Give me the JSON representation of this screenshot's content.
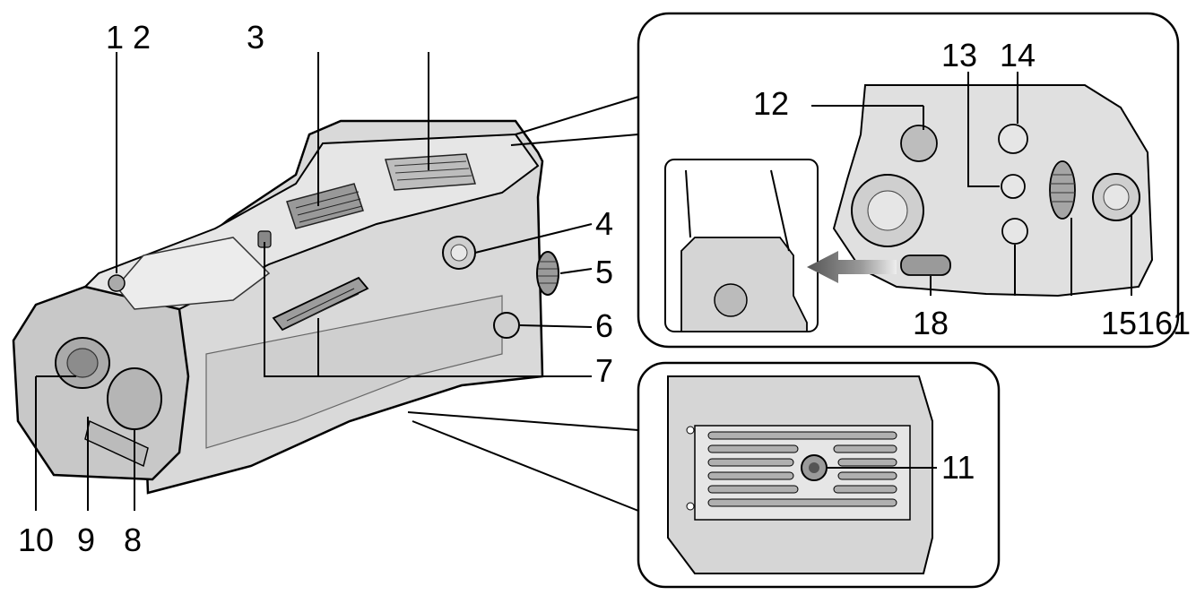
{
  "figure": {
    "labels": [
      {
        "id": "label-1",
        "text": "1"
      },
      {
        "id": "label-2",
        "text": "2"
      },
      {
        "id": "label-3",
        "text": "3"
      },
      {
        "id": "label-4",
        "text": "4"
      },
      {
        "id": "label-5",
        "text": "5"
      },
      {
        "id": "label-6",
        "text": "6"
      },
      {
        "id": "label-7",
        "text": "7"
      },
      {
        "id": "label-8",
        "text": "8"
      },
      {
        "id": "label-9",
        "text": "9"
      },
      {
        "id": "label-10",
        "text": "10"
      },
      {
        "id": "label-11",
        "text": "11"
      },
      {
        "id": "label-12",
        "text": "12"
      },
      {
        "id": "label-13",
        "text": "13"
      },
      {
        "id": "label-14",
        "text": "14"
      },
      {
        "id": "label-15",
        "text": "15"
      },
      {
        "id": "label-16",
        "text": "16"
      },
      {
        "id": "label-17",
        "text": "1"
      },
      {
        "id": "label-18",
        "text": "18"
      }
    ]
  },
  "colors": {
    "outline": "#000000",
    "device_fill": "#d9d9d9",
    "device_dark": "#a6a6a6",
    "grip_fill": "#c8c8c8",
    "background": "#ffffff"
  }
}
